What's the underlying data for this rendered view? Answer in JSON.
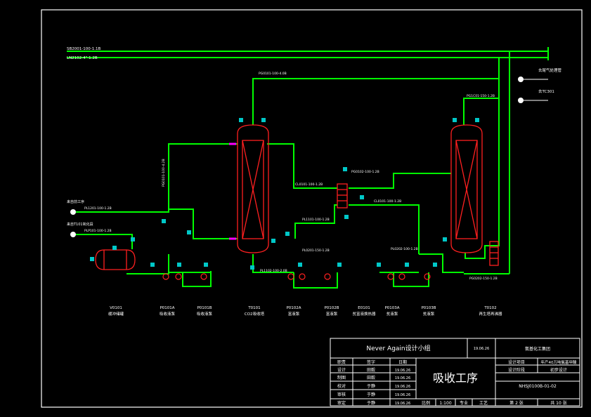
{
  "drawing": {
    "top_lines": [
      "SB2001-100-1.1B",
      "LN2102-4\"-1.2B"
    ],
    "right_notes": [
      "去尾气处理管",
      "去TC301"
    ],
    "left_notes": [
      "来自前工序",
      "来自T101氧化段"
    ],
    "pipes": [
      "PG0101-100-4.0B",
      "PG1C01-150-1.2B",
      "PG0101-100-4.2B",
      "PL1201-100-1.2B",
      "PLP101-100-1.2B",
      "CL0101-100-1.2B",
      "PG0102-100-1.2B",
      "PL1101-100-1.2B",
      "CL0101-100-1.2B",
      "PL0201-150-1.2B",
      "PL0202-100-1.2B",
      "PL1102-100-2.0B",
      "PG0202-150-1.2B"
    ],
    "equipment": [
      {
        "tag": "V0101",
        "name": "缓冲储罐"
      },
      {
        "tag": "P0101A",
        "name": "吸收液泵"
      },
      {
        "tag": "P0101B",
        "name": "吸收液泵"
      },
      {
        "tag": "T0101",
        "name": "CO2吸收塔"
      },
      {
        "tag": "P0102A",
        "name": "富液泵"
      },
      {
        "tag": "P0102B",
        "name": "富液泵"
      },
      {
        "tag": "E0101",
        "name": "贫富液换热器"
      },
      {
        "tag": "P0103A",
        "name": "贫液泵"
      },
      {
        "tag": "P0103B",
        "name": "贫液泵"
      },
      {
        "tag": "T0102",
        "name": "再生塔再沸器"
      }
    ]
  },
  "title_block": {
    "team": "Never  Again设计小组",
    "date": "19.06.26",
    "company": "氨基化工集团",
    "project_label": "设计项目",
    "project_value": "年产40万吨氨基甲酸",
    "stage_label": "设计阶段",
    "stage_value": "初步设计",
    "drawing_title": "吸收工序",
    "drawing_no": "NHSJ0100B-01-02",
    "header_duty": "职责",
    "header_sign": "签字",
    "header_date": "日期",
    "roles": [
      {
        "role": "设计",
        "sign": "田毅",
        "date": "19.06.26"
      },
      {
        "role": "制图",
        "sign": "田毅",
        "date": "19.06.26"
      },
      {
        "role": "校对",
        "sign": "于静",
        "date": "19.06.26"
      },
      {
        "role": "审核",
        "sign": "于静",
        "date": "19.06.26"
      },
      {
        "role": "审定",
        "sign": "于静",
        "date": "19.06.26"
      }
    ],
    "scale_label": "比例",
    "scale_value": "1:100",
    "major_label": "专业",
    "major_value": "工艺",
    "sheet": "第 2 张",
    "total": "共 10 张"
  },
  "colors": {
    "background": "#000000",
    "frame": "#ffffff",
    "pipe": "#00ff00",
    "vessel": "#ff2020",
    "instrument": "#00c8c8",
    "stream_mark": "#ff00ff"
  }
}
